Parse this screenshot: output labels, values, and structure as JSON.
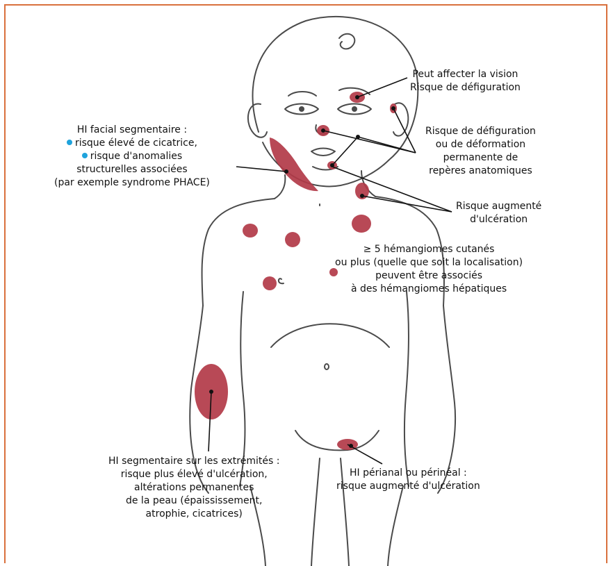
{
  "colors": {
    "frame": "#d9703c",
    "lesion": "#b23a48",
    "outline": "#4a4a4a",
    "bullet": "#1fa3dc"
  },
  "labels": {
    "vision": [
      "Peut affecter la vision",
      "Risque de défiguration"
    ],
    "defiguration": [
      "Risque de défiguration",
      "ou de déformation",
      "permanente de",
      "repères anatomiques"
    ],
    "facial": {
      "title": "HI facial segmentaire :",
      "bullet1": "risque élevé de cicatrice,",
      "bullet2": "risque d'anomalies",
      "line3": "structurelles associées",
      "line4": "(par exemple syndrome PHACE)"
    },
    "ulceration": [
      "Risque augmenté",
      "d'ulcération"
    ],
    "multiple": [
      "≥ 5 hémangiomes cutanés",
      "ou plus (quelle que soit la localisation)",
      "peuvent être associés",
      "à des hémangiomes hépatiques"
    ],
    "extremities": [
      "HI segmentaire sur les extrémités :",
      "risque plus élevé d'ulcération,",
      "altérations permanentes",
      "de la peau (épaississement,",
      "atrophie, cicatrices)"
    ],
    "perianal": [
      "HI périanal ou périnéal :",
      "risque augmenté d'ulcération"
    ]
  }
}
